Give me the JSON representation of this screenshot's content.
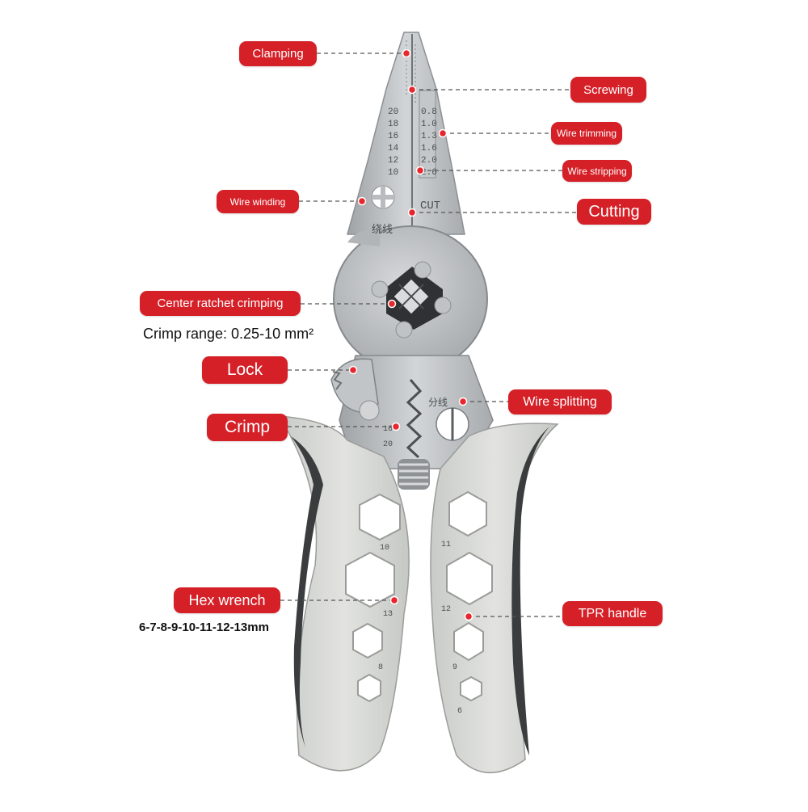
{
  "labels": {
    "clamping": "Clamping",
    "screwing": "Screwing",
    "wire_trimming": "Wire trimming",
    "wire_stripping": "Wire stripping",
    "wire_winding": "Wire winding",
    "cutting": "Cutting",
    "center_ratchet_crimping": "Center ratchet crimping",
    "lock": "Lock",
    "wire_splitting": "Wire splitting",
    "crimp": "Crimp",
    "hex_wrench": "Hex wrench",
    "tpr_handle": "TPR handle"
  },
  "notes": {
    "crimp_range": "Crimp range: 0.25-10 mm²",
    "hex_sizes": "6-7-8-9-10-11-12-13mm"
  },
  "tool_markings": {
    "awg_left": [
      "20",
      "18",
      "16",
      "14",
      "12",
      "10"
    ],
    "mm_right": [
      "0.8",
      "1.0",
      "1.3",
      "1.6",
      "2.0",
      "2.6"
    ],
    "cut": "CUT",
    "winding_chars": "绕线",
    "split_chars": "分线",
    "crimp_sizes": [
      "16",
      "20"
    ],
    "hex_left": [
      "10",
      "13",
      "8"
    ],
    "hex_right": [
      "11",
      "12",
      "9",
      "6"
    ]
  },
  "colors": {
    "label_bg": "#d52028",
    "dot": "#e8262e",
    "steel": "#b9bcbe",
    "handle_grey": "#d3d5d2",
    "handle_dark": "#3a3c3e"
  }
}
